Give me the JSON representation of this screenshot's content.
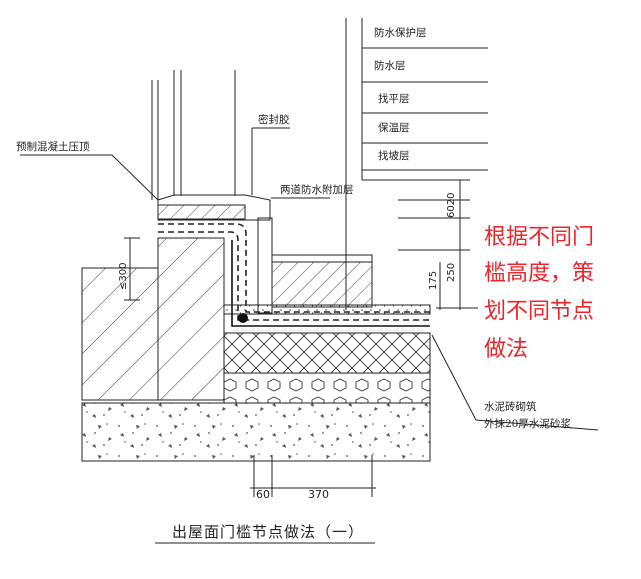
{
  "layer_labels": [
    "防水保护层",
    "防水层",
    "找平层",
    "保温层",
    "找坡层"
  ],
  "label_sealant": "密封胶",
  "label_precast_cap": "预制混凝土压顶",
  "label_extra_waterproof": "两道防水附加层",
  "label_brick_1": "水泥砖砌筑",
  "label_brick_2": "外抹20厚水泥砂浆",
  "dim_6020": "6020",
  "dim_250": "250",
  "dim_175": "175",
  "dim_300": "≤300",
  "dim_60": "60",
  "dim_370": "370",
  "caption": "出屋面门槛节点做法（一）",
  "note_lines": [
    "根据不同门",
    "槛高度，策",
    "划不同节点",
    "做法"
  ],
  "colors": {
    "note": "#e8262b",
    "line": "#222222"
  }
}
